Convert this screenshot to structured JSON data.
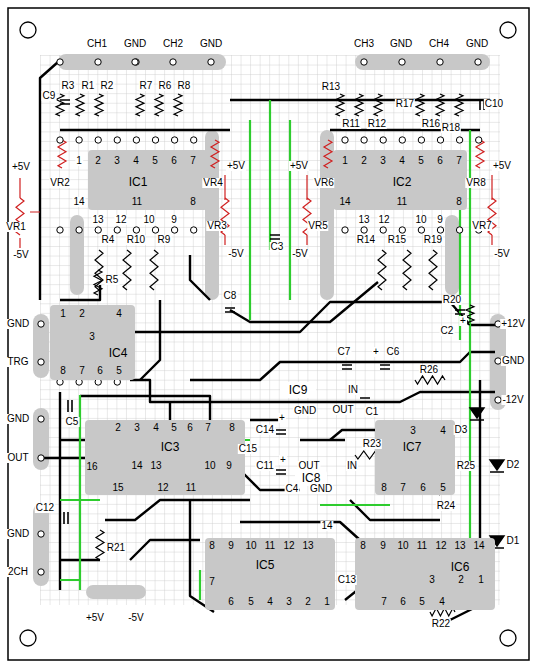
{
  "diagram": {
    "nodes": [
      {
        "text": [
          "IC1"
        ]
      },
      {
        "text": [
          "IC2"
        ]
      },
      {
        "text": [
          "IC4"
        ]
      },
      {
        "text": [
          "IC9"
        ]
      },
      {
        "text": [
          "IC3"
        ]
      },
      {
        "text": [
          "IC8"
        ]
      },
      {
        "text": [
          "IC7"
        ]
      },
      {
        "text": [
          "IC5"
        ]
      },
      {
        "text": [
          "IC6"
        ]
      }
    ],
    "labels": [
      "CH1",
      "GND",
      "CH2",
      "GND",
      "CH3",
      "GND",
      "CH4",
      "GND",
      "C9",
      "R3",
      "R1",
      "R2",
      "R7",
      "R6",
      "R8",
      "R13",
      "R17",
      "C10",
      "R11",
      "R12",
      "R16",
      "R18",
      "+5V",
      "VR1",
      "-5V",
      "VR2",
      "VR4",
      "+5V",
      "VR3",
      "-5V",
      "+5V",
      "VR6",
      "VR5",
      "-5V",
      "VR8",
      "+5V",
      "VR7",
      "-5V",
      "C3",
      "1",
      "2",
      "3",
      "4",
      "5",
      "6",
      "7",
      "14",
      "13",
      "12",
      "11",
      "10",
      "9",
      "8",
      "1",
      "2",
      "3",
      "4",
      "5",
      "6",
      "7",
      "14",
      "13",
      "12",
      "11",
      "10",
      "9",
      "8",
      "R4",
      "R10",
      "R9",
      "R5",
      "R14",
      "R15",
      "R19",
      "R20",
      "C8",
      "C2",
      "+",
      "+12V",
      "GND",
      "-12V",
      "D3",
      "D2",
      "D1",
      "1",
      "2",
      "3",
      "4",
      "8",
      "7",
      "6",
      "5",
      "GND",
      "TRG",
      "GND",
      "OUT",
      "GND",
      "2CH",
      "C7",
      "+",
      "C6",
      "R26",
      "IN",
      "OUT",
      "C1",
      "C5",
      "2",
      "3",
      "4",
      "5",
      "6",
      "7",
      "8",
      "+",
      "GND",
      "C14",
      "C15",
      "+",
      "C11",
      "OUT",
      "C4",
      "GND",
      "16",
      "15",
      "14",
      "13",
      "12",
      "11",
      "10",
      "9",
      "3",
      "4",
      "IN",
      "R23",
      "8",
      "7",
      "6",
      "5",
      "R25",
      "R24",
      "C12",
      "R21",
      "8",
      "9",
      "10",
      "11",
      "12",
      "13",
      "14",
      "8",
      "9",
      "10",
      "11",
      "12",
      "13",
      "14",
      "7",
      "6",
      "5",
      "4",
      "3",
      "2",
      "1",
      "C13",
      "7",
      "6",
      "5",
      "4",
      "3",
      "2",
      "1",
      "R22",
      "+5V",
      "-5V"
    ]
  }
}
